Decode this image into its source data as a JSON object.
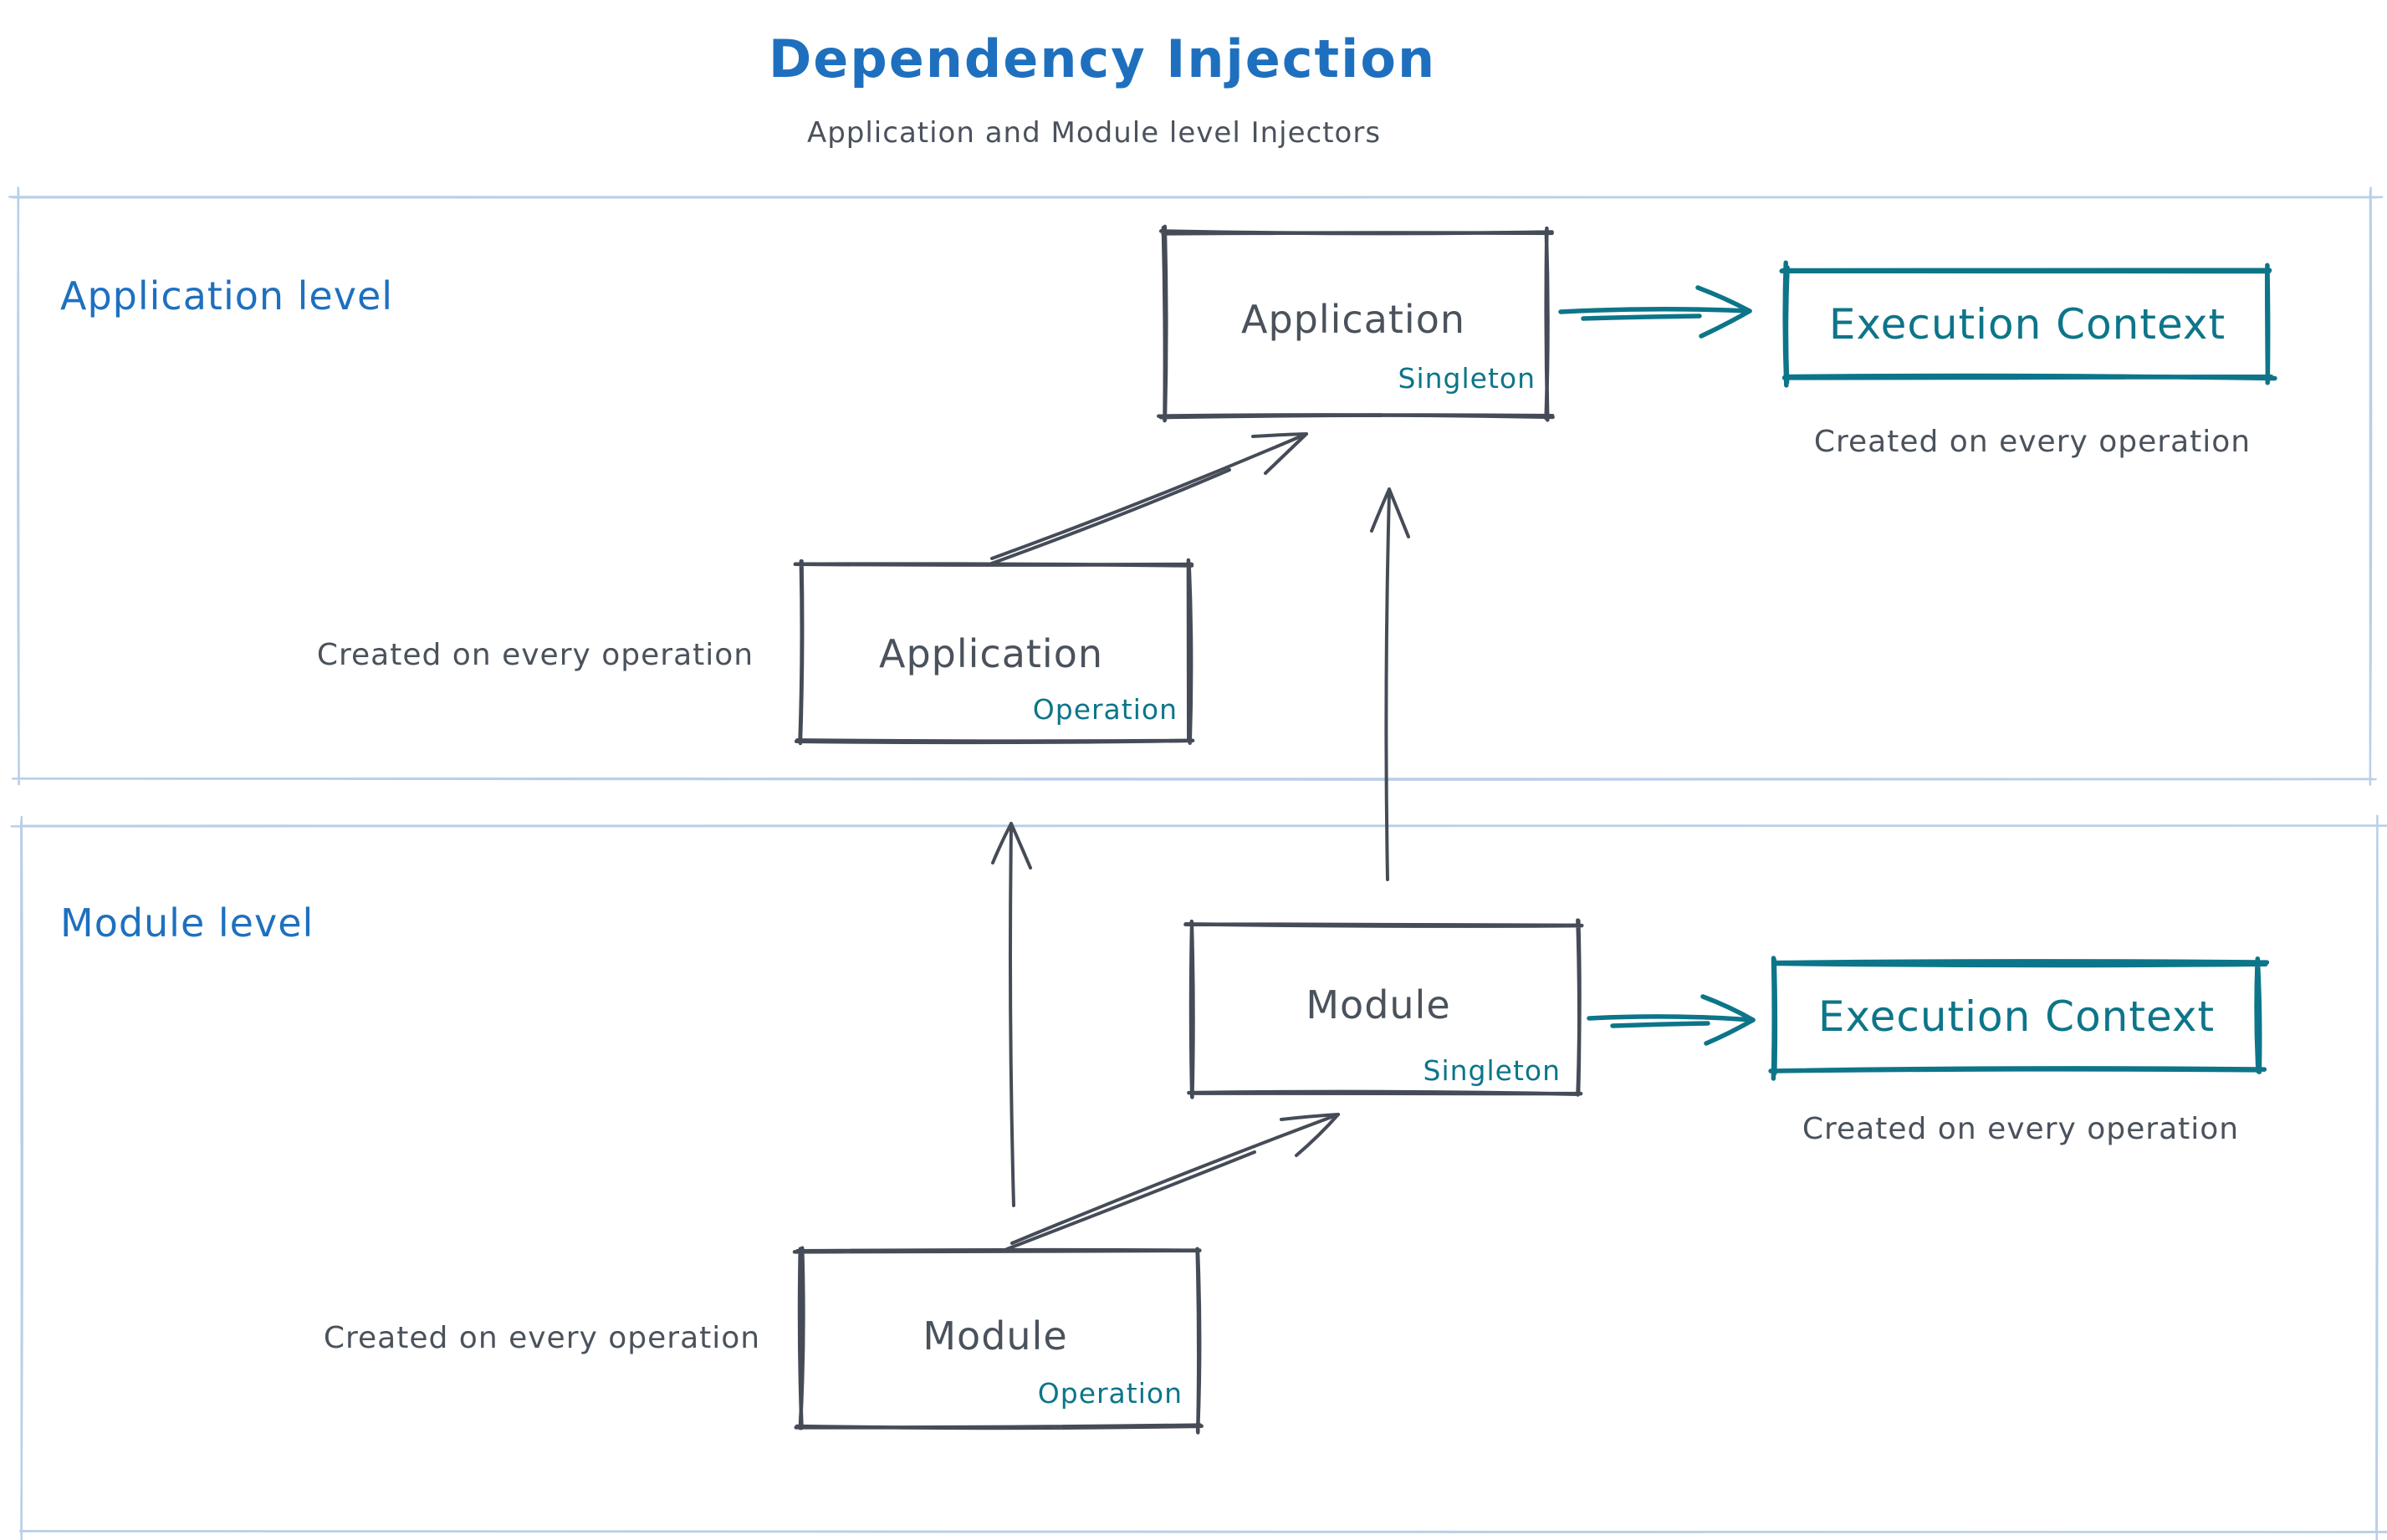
{
  "colors": {
    "blue": "#1e70bf",
    "teal": "#0d7589",
    "ink": "#4a525c",
    "stroke": "#454c57",
    "border": "#b9cfe8",
    "bg": "#ffffff"
  },
  "header": {
    "title": "Dependency Injection",
    "subtitle": "Application and Module level Injectors"
  },
  "sections": {
    "application": {
      "label": "Application level"
    },
    "module": {
      "label": "Module level"
    }
  },
  "boxes": {
    "app_singleton": {
      "title": "Application",
      "tag": "Singleton"
    },
    "app_execution": {
      "label": "Execution Context",
      "caption": "Created on every operation"
    },
    "app_operation": {
      "title": "Application",
      "tag": "Operation",
      "caption": "Created on every operation"
    },
    "module_singleton": {
      "title": "Module",
      "tag": "Singleton"
    },
    "module_execution": {
      "label": "Execution Context",
      "caption": "Created on every operation"
    },
    "module_operation": {
      "title": "Module",
      "tag": "Operation",
      "caption": "Created on every operation"
    }
  }
}
